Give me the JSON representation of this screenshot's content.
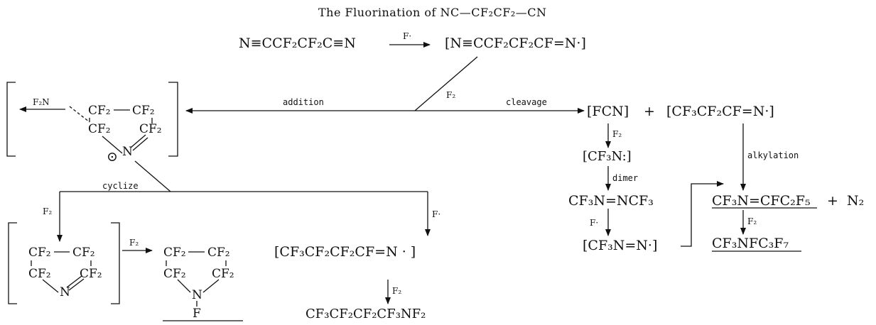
{
  "title": "The Fluorination of NC—CF₂CF₂—CN",
  "top": {
    "reactant": "N≡CCF₂CF₂C≡N",
    "reagent": "F·",
    "radical": "[N≡CCF₂CF₂CF=N·]",
    "branch_reagent": "F₂"
  },
  "paths": {
    "addition_label": "addition",
    "cleavage_label": "cleavage",
    "cyclize_label": "cyclize",
    "alkylation_label": "alkylation",
    "dimer_label": "dimer"
  },
  "ring_radical": {
    "leaving": "F₂N",
    "cf2_a": "CF₂",
    "cf2_b": "CF₂",
    "cf2_c": "CF₂",
    "cf2_d": "CF₂",
    "nitrogen": "N",
    "radical_symbol": "⊙"
  },
  "cyclized": {
    "reagent": "F₂",
    "imine": {
      "a": "CF₂",
      "b": "CF₂",
      "c": "CF₂",
      "d": "CF₂",
      "n": "N"
    },
    "arrow_reagent": "F₂",
    "amine": {
      "a": "CF₂",
      "b": "CF₂",
      "c": "CF₂",
      "d": "CF₂",
      "n": "N",
      "f": "F"
    }
  },
  "open_chain": {
    "reagent": "F·",
    "radical": "[CF₃CF₂CF₂CF=N · ]",
    "reagent2": "F₂",
    "product": "CF₃CF₂CF₂CF₃NF₂"
  },
  "cleavage_products": {
    "fcn": "[FCN]",
    "plus": "+",
    "radical": "[CF₃CF₂CF=N·]",
    "f2": "F₂",
    "cf3n": "[CF₃N:]",
    "azo": "CF₃N=NCF₃",
    "f_rad": "F·",
    "azo_radical": "[CF₃N=N·]",
    "imine": "CF₃N=CFC₂F₅",
    "plus2": "+",
    "n2": "N₂",
    "f2b": "F₂",
    "final": "CF₃NFC₃F₇"
  }
}
